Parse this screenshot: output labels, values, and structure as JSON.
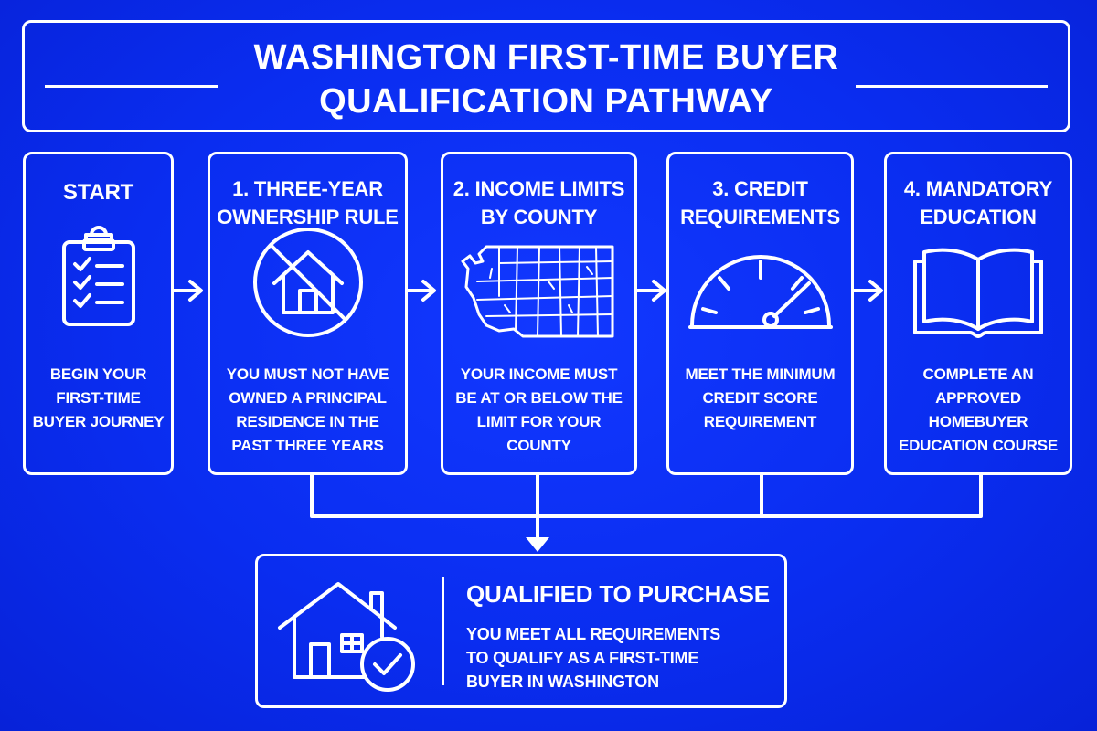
{
  "title": "WASHINGTON FIRST-TIME BUYER\nQUALIFICATION PATHWAY",
  "steps": [
    {
      "title": "START",
      "description": "BEGIN YOUR\nFIRST-TIME\nBUYER JOURNEY",
      "icon": "clipboard-checklist-icon"
    },
    {
      "title": "1. THREE-YEAR\nOWNERSHIP RULE",
      "description": "YOU MUST NOT HAVE\nOWNED A PRINCIPAL\nRESIDENCE IN THE\nPAST THREE YEARS",
      "icon": "no-house-icon"
    },
    {
      "title": "2. INCOME LIMITS\nBY COUNTY",
      "description": "YOUR INCOME MUST\nBE AT OR BELOW THE\nLIMIT FOR YOUR\nCOUNTY",
      "icon": "washington-county-map-icon"
    },
    {
      "title": "3. CREDIT\nREQUIREMENTS",
      "description": "MEET THE MINIMUM\nCREDIT SCORE\nREQUIREMENT",
      "icon": "gauge-icon"
    },
    {
      "title": "4. MANDATORY\nEDUCATION",
      "description": "COMPLETE AN\nAPPROVED\nHOMEBUYER\nEDUCATION COURSE",
      "icon": "open-book-icon"
    }
  ],
  "result": {
    "title": "QUALIFIED TO PURCHASE",
    "description": "YOU MEET ALL REQUIREMENTS\nTO QUALIFY AS A FIRST-TIME\nBUYER IN WASHINGTON",
    "icon": "house-check-icon"
  },
  "colors": {
    "background": "#0a2ff0",
    "foreground": "#ffffff"
  }
}
